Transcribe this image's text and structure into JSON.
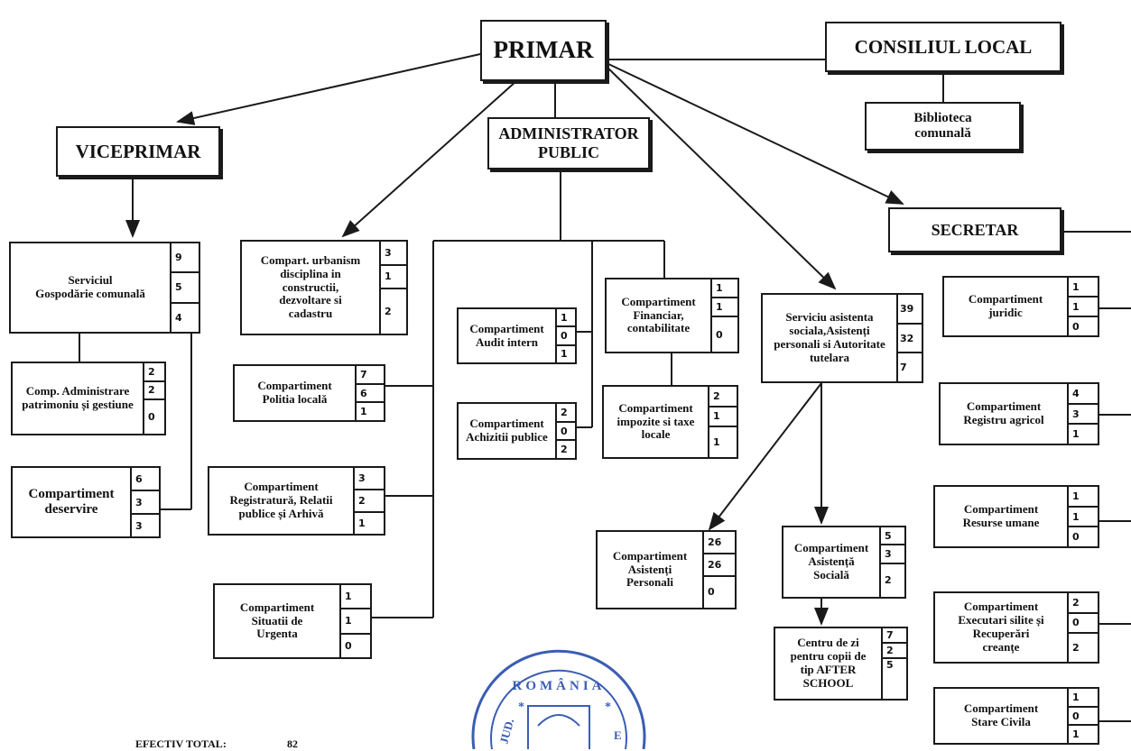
{
  "top": {
    "primar": "PRIMAR",
    "consiliu": "CONSILIUL LOCAL",
    "biblioteca_l1": "Biblioteca",
    "biblioteca_l2": "comunală",
    "viceprimar": "VICEPRIMAR",
    "administrator_l1": "ADMINISTRATOR",
    "administrator_l2": "PUBLIC",
    "secretar": "SECRETAR"
  },
  "units": {
    "gospodarie": {
      "name": "Serviciul\nGospodărie comunală",
      "nums": [
        "9",
        "5",
        "4"
      ]
    },
    "patrimoniu": {
      "name": "Comp. Administrare\npatrimoniu și gestiune",
      "nums": [
        "2",
        "2",
        "0"
      ]
    },
    "deservire": {
      "name": "Compartiment\ndeservire",
      "nums": [
        "6",
        "3",
        "3"
      ]
    },
    "urbanism": {
      "name": "Compart. urbanism\ndisciplina in\nconstructii,\ndezvoltare si\ncadastru",
      "nums": [
        "3",
        "1",
        "2"
      ]
    },
    "politia": {
      "name": "Compartiment\nPolitia locală",
      "nums": [
        "7",
        "6",
        "1"
      ]
    },
    "registratura": {
      "name": "Compartiment\nRegistratură, Relatii\npublice și Arhivă",
      "nums": [
        "3",
        "2",
        "1"
      ]
    },
    "urgenta": {
      "name": "Compartiment\nSituatii de\nUrgenta",
      "nums": [
        "1",
        "1",
        "0"
      ]
    },
    "audit": {
      "name": "Compartiment\nAudit intern",
      "nums": [
        "1",
        "0",
        "1"
      ]
    },
    "achizitii": {
      "name": "Compartiment\nAchizitii publice",
      "nums": [
        "2",
        "0",
        "2"
      ]
    },
    "financiar": {
      "name": "Compartiment\nFinanciar,\ncontabilitate",
      "nums": [
        "1",
        "1",
        "0"
      ]
    },
    "impozite": {
      "name": "Compartiment\nimpozite si taxe\nlocale",
      "nums": [
        "2",
        "1",
        "1"
      ]
    },
    "asistenta_sociala_serv": {
      "name": "Serviciu asistenta\nsociala,Asistenți\npersonali si Autoritate\ntutelara",
      "nums": [
        "39",
        "32",
        "7"
      ]
    },
    "asistenti_personali": {
      "name": "Compartiment\nAsistenți\nPersonali",
      "nums": [
        "26",
        "26",
        "0"
      ]
    },
    "asistenta_sociala": {
      "name": "Compartiment\nAsistență\nSocială",
      "nums": [
        "5",
        "3",
        "2"
      ]
    },
    "centru": {
      "name": "Centru de zi\npentru copii de\ntip AFTER\nSCHOOL",
      "nums": [
        "7",
        "2",
        "5"
      ]
    },
    "juridic": {
      "name": "Compartiment\njuridic",
      "nums": [
        "1",
        "1",
        "0"
      ]
    },
    "registru_agricol": {
      "name": "Compartiment\nRegistru agricol",
      "nums": [
        "4",
        "3",
        "1"
      ]
    },
    "resurse_umane": {
      "name": "Compartiment\nResurse umane",
      "nums": [
        "1",
        "1",
        "0"
      ]
    },
    "executari": {
      "name": "Compartiment\nExecutari silite și\nRecuperări\ncreanțe",
      "nums": [
        "2",
        "0",
        "2"
      ]
    },
    "stare_civila": {
      "name": "Compartiment\nStare Civila",
      "nums": [
        "1",
        "0",
        "1"
      ]
    }
  },
  "footer": {
    "label": "EFECTIV TOTAL:",
    "value": "82"
  },
  "seal": {
    "top_text": "ROMÂNIA",
    "left_text": "JUD.",
    "right_text": "E",
    "color": "#3b5db3"
  }
}
